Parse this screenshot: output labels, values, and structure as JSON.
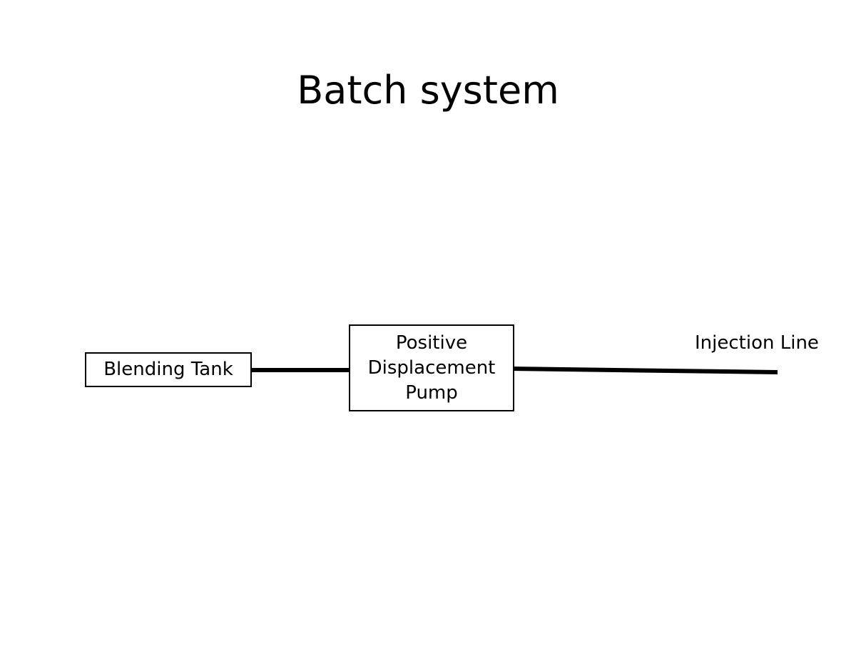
{
  "slide": {
    "title": "Batch system",
    "background_color": "#ffffff",
    "ink_color": "#000000"
  },
  "diagram": {
    "type": "process-flow",
    "nodes": [
      {
        "id": "blending-tank",
        "label": "Blending Tank",
        "shape": "rectangle"
      },
      {
        "id": "positive-displacement-pump",
        "label_lines": [
          "Positive",
          "Displacement",
          "Pump"
        ],
        "line1": "Positive",
        "line2": "Displacement",
        "line3": "Pump",
        "shape": "rectangle"
      },
      {
        "id": "injection-line",
        "label": "Injection Line",
        "shape": "label"
      }
    ],
    "connectors": [
      {
        "id": "tank-to-pump",
        "from": "blending-tank",
        "to": "positive-displacement-pump",
        "style": "solid-thick"
      },
      {
        "id": "pump-to-injection",
        "from": "positive-displacement-pump",
        "to": "injection-line",
        "style": "solid-thick"
      }
    ]
  }
}
